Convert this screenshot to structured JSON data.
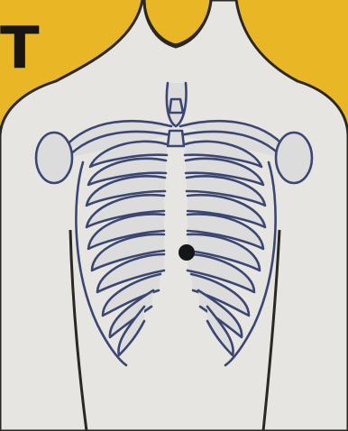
{
  "panel": {
    "label": "T"
  },
  "colors": {
    "background": "#E9B726",
    "skin": "#E6E5E1",
    "body_outline": "#2B2722",
    "bone_outline": "#3C4672",
    "bone_fill": "#DCDCDC",
    "marker": "#151618"
  },
  "diagram": {
    "subject": "chest-front-view",
    "markers": [
      {
        "name": "sternum-point-marker",
        "shape": "dot"
      }
    ]
  }
}
